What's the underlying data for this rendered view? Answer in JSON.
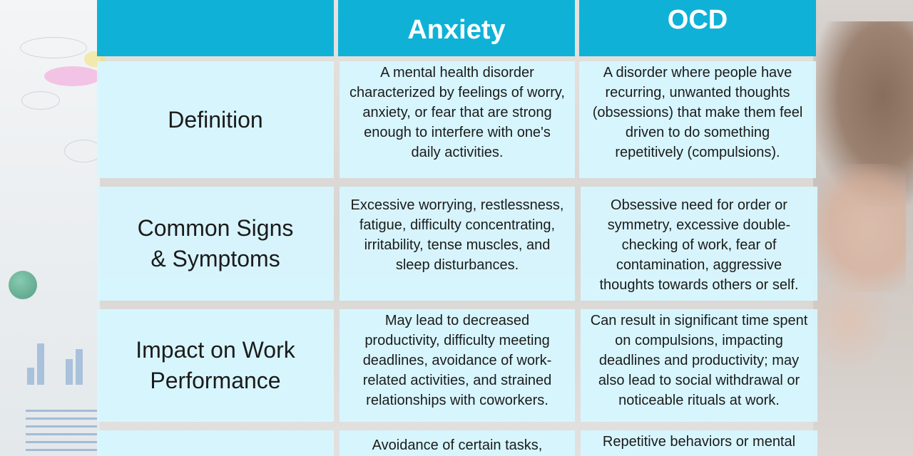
{
  "table": {
    "headers": {
      "blank": "",
      "anxiety": "Anxiety",
      "ocd": "OCD"
    },
    "rows": [
      {
        "label_line1": "Definition",
        "label_line2": "",
        "anxiety": "A mental health disorder characterized by feelings of worry, anxiety, or fear that are strong enough to interfere with one's daily activities.",
        "ocd": "A disorder where people have recurring, unwanted thoughts (obsessions) that make them feel driven to do something repetitively (compulsions)."
      },
      {
        "label_line1": "Common Signs",
        "label_line2": "& Symptoms",
        "anxiety": "Excessive worrying, restlessness, fatigue, difficulty concentrating, irritability, tense muscles, and sleep disturbances.",
        "ocd": "Obsessive need for order or symmetry, excessive double-checking of work, fear of contamination, aggressive thoughts towards others or self."
      },
      {
        "label_line1": "Impact on Work",
        "label_line2": "Performance",
        "anxiety": "May lead to decreased productivity, difficulty meeting deadlines, avoidance of work-related activities, and strained relationships with coworkers.",
        "ocd": "Can result in significant time spent on compulsions, impacting deadlines and productivity; may also lead to social withdrawal or noticeable rituals at work."
      },
      {
        "label_line1": "",
        "label_line2": "",
        "anxiety": "Avoidance of certain tasks,",
        "ocd": "Repetitive behaviors or mental"
      }
    ]
  },
  "colors": {
    "header": "#0fb2d6",
    "cell": "#d6f6ff",
    "text": "#1b1b1b"
  }
}
